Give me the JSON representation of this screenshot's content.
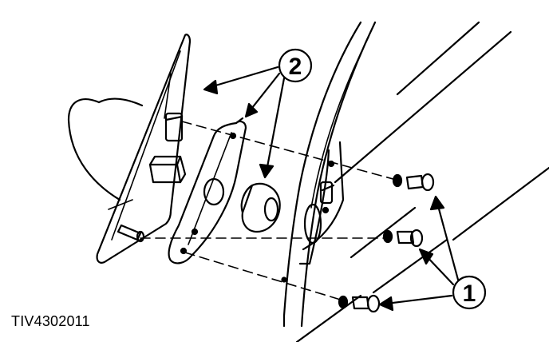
{
  "figure": {
    "figure_id": "TIV4302011"
  },
  "callouts": {
    "one": "1",
    "two": "2"
  },
  "colors": {
    "line": "#000000",
    "fill": "#ffffff"
  }
}
